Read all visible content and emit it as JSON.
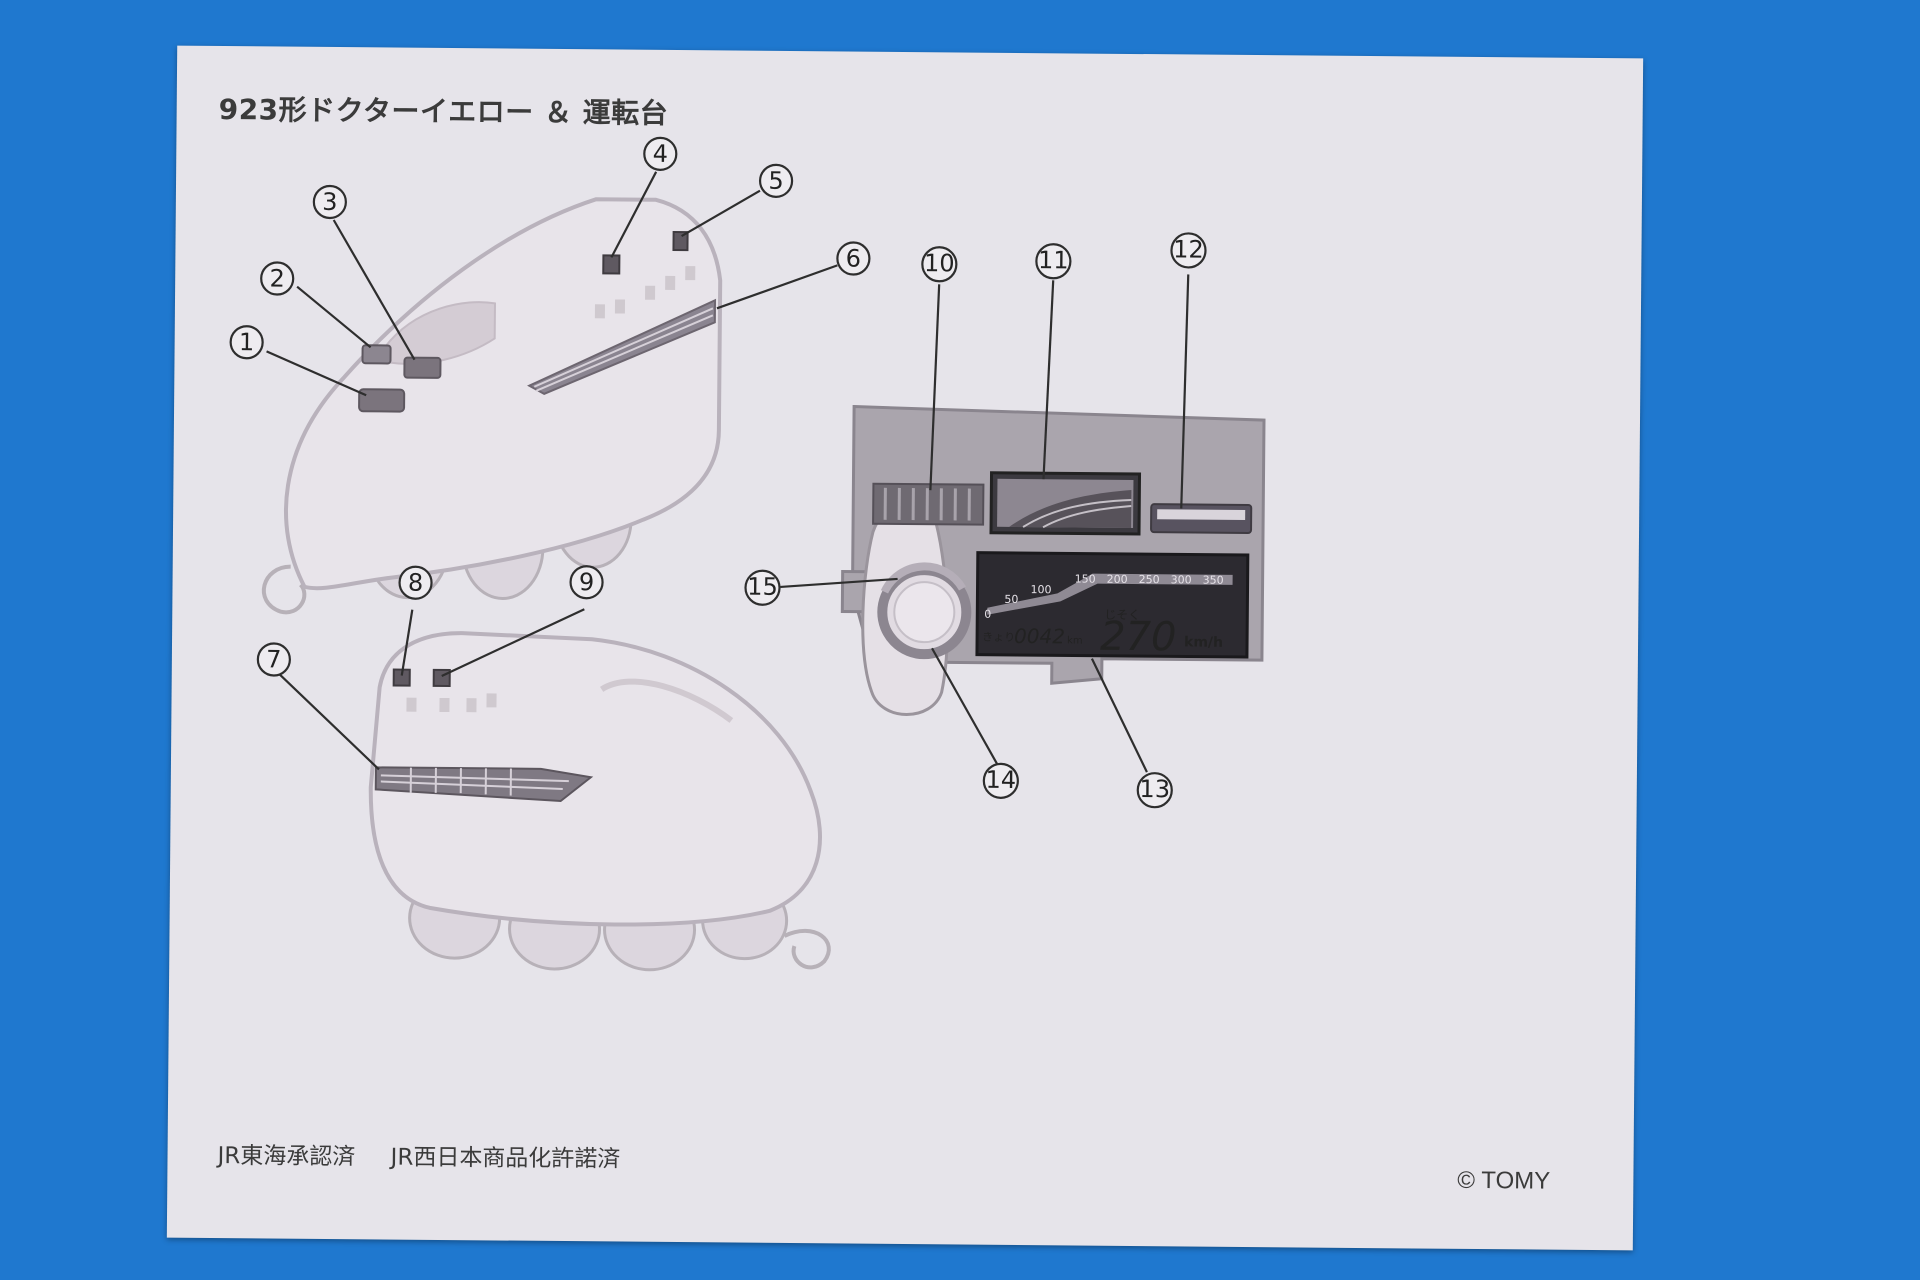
{
  "title": "923形ドクターイエロー ＆ 運転台",
  "footer": {
    "jr_central": "JR東海承認済",
    "jr_west": "JR西日本商品化許諾済",
    "copyright": "© TOMY"
  },
  "callouts": [
    "1",
    "2",
    "3",
    "4",
    "5",
    "6",
    "7",
    "8",
    "9",
    "10",
    "11",
    "12",
    "13",
    "14",
    "15"
  ],
  "panel": {
    "speed_ticks": [
      "0",
      "50",
      "100",
      "150",
      "200",
      "250",
      "300",
      "350"
    ],
    "distance_label": "きょり",
    "distance_value": "0042",
    "distance_unit": "km",
    "speed_label": "じそく",
    "speed_value": "270",
    "speed_unit": "km/h"
  }
}
